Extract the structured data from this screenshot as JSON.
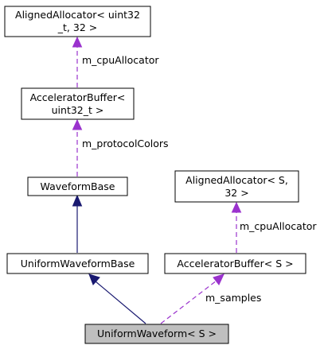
{
  "nodes": {
    "aligned_allocator_uint32": {
      "line1": "AlignedAllocator< uint32",
      "line2": "_t, 32 >"
    },
    "accelerator_buffer_uint32": {
      "line1": "AcceleratorBuffer<",
      "line2": "uint32_t >"
    },
    "waveform_base": {
      "line1": "WaveformBase"
    },
    "uniform_waveform_base": {
      "line1": "UniformWaveformBase"
    },
    "aligned_allocator_s": {
      "line1": "AlignedAllocator< S,",
      "line2": "32 >"
    },
    "accelerator_buffer_s": {
      "line1": "AcceleratorBuffer< S >"
    },
    "uniform_waveform_s": {
      "line1": "UniformWaveform< S >"
    }
  },
  "edges": {
    "cpu_allocator_left": "m_cpuAllocator",
    "protocol_colors": "m_protocolColors",
    "cpu_allocator_right": "m_cpuAllocator",
    "samples": "m_samples"
  },
  "colors": {
    "inheritance_edge": "#191970",
    "member_edge": "#9a32cd",
    "highlight_fill": "#bfbfbf",
    "box_fill": "#ffffff",
    "box_stroke": "#000000"
  }
}
